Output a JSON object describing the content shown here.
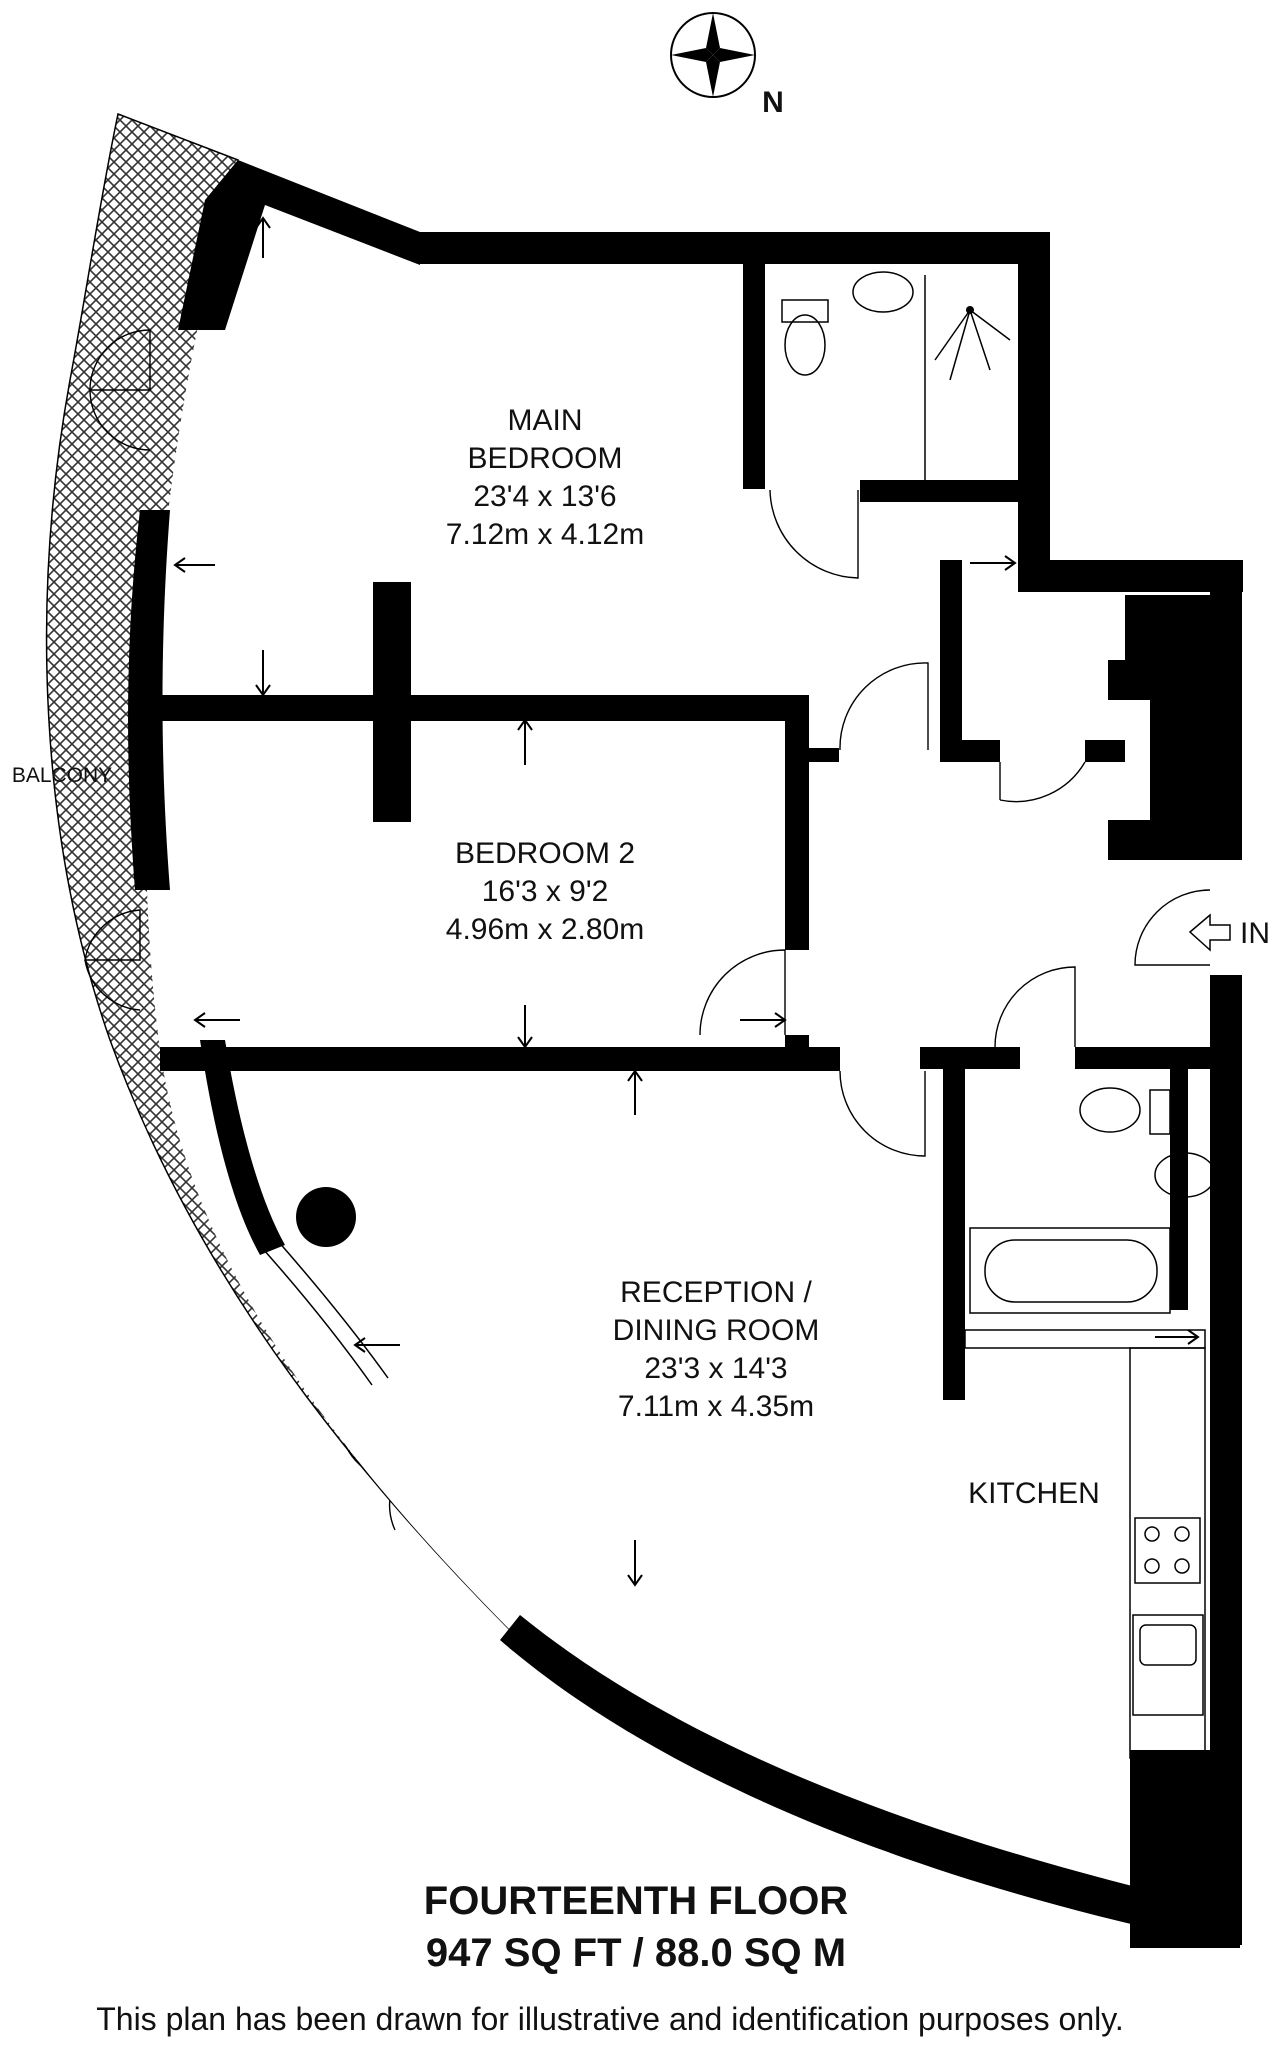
{
  "compass": {
    "label": "N"
  },
  "rooms": {
    "main_bedroom": {
      "line1": "MAIN",
      "line2": "BEDROOM",
      "imperial": "23'4 x 13'6",
      "metric": "7.12m x 4.12m"
    },
    "bedroom2": {
      "line1": "BEDROOM 2",
      "imperial": "16'3 x 9'2",
      "metric": "4.96m x 2.80m"
    },
    "reception": {
      "line1": "RECEPTION /",
      "line2": "DINING ROOM",
      "imperial": "23'3 x 14'3",
      "metric": "7.11m x 4.35m"
    },
    "kitchen": {
      "label": "KITCHEN"
    },
    "balcony": {
      "label": "BALCONY"
    }
  },
  "entrance": {
    "label": "IN"
  },
  "footer": {
    "floor": "FOURTEENTH FLOOR",
    "area": "947 SQ FT / 88.0 SQ M",
    "disclaimer": "This plan has been drawn for illustrative and identification purposes only."
  }
}
